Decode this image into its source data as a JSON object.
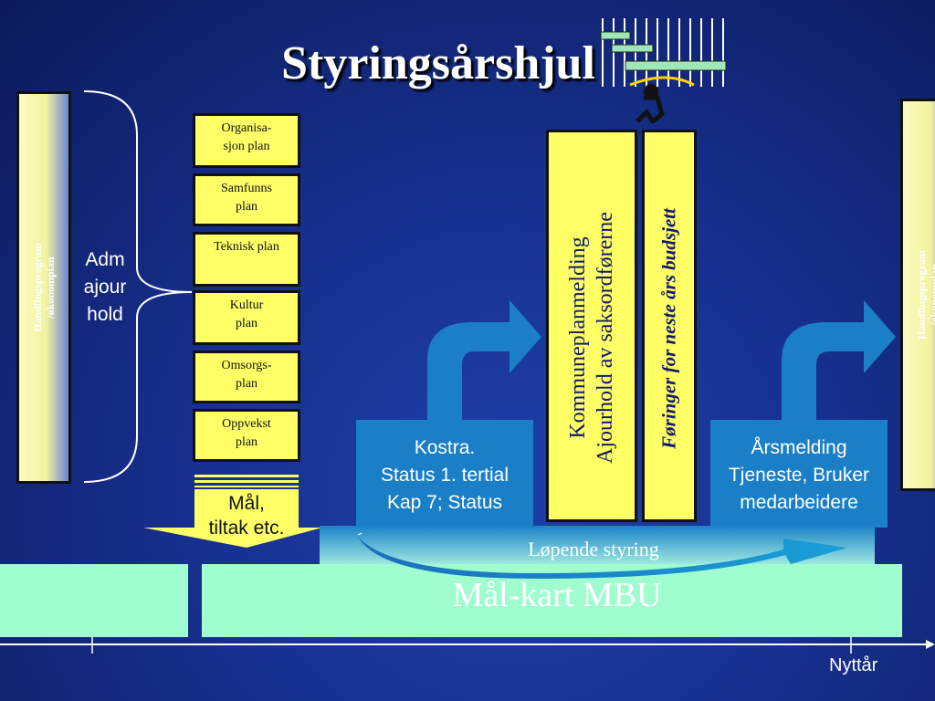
{
  "title": "Styringsårshjul",
  "left_bar": {
    "line1": "Handlingsprogram",
    "line2": "/økonomplan"
  },
  "right_bar": {
    "line1": "Handlingsprogram",
    "line2": "/økonomplan"
  },
  "adm": {
    "line1": "Adm",
    "line2": "ajour",
    "line3": "hold"
  },
  "plans": [
    {
      "line1": "Organisa-",
      "line2": "sjon plan"
    },
    {
      "line1": "Samfunns",
      "line2": "plan"
    },
    {
      "line1": "Teknisk plan",
      "line2": ""
    },
    {
      "line1": "Kultur",
      "line2": "plan"
    },
    {
      "line1": "Omsorgs-",
      "line2": "plan"
    },
    {
      "line1": "Oppvekst",
      "line2": "plan"
    }
  ],
  "maal": {
    "line1": "Mål,",
    "line2": "tiltak etc."
  },
  "kostra": {
    "line1": "Kostra.",
    "line2": "Status 1. tertial",
    "line3": "Kap 7; Status"
  },
  "kommuneplan": {
    "line1": "Kommuneplanmelding",
    "line2": "Ajourhold av saksordførerne"
  },
  "foringer": "Føringer for neste års budsjett",
  "arsmelding": {
    "line1": "Årsmelding",
    "line2": "Tjeneste, Bruker",
    "line3": "medarbeidere"
  },
  "lopende": "Løpende styring",
  "mal_kart": "Mål-kart MBU",
  "timeline_label": "Nyttår",
  "colors": {
    "background": "#17308e",
    "plan_yellow": "#ffff66",
    "box_blue": "#1b7fc7",
    "green_bar": "#9ffdd0"
  }
}
